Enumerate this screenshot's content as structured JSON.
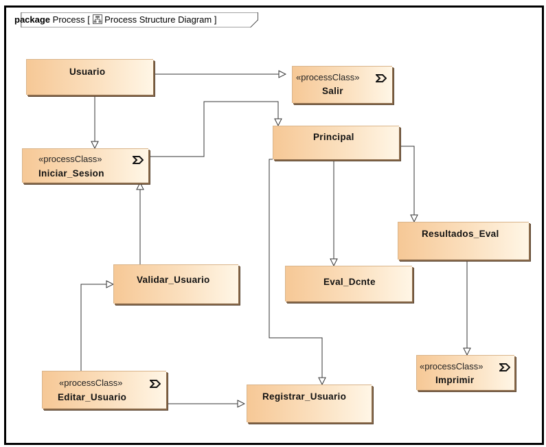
{
  "package_header": {
    "keyword": "package",
    "name": "Process",
    "open_bracket": "[",
    "diagram_icon": "structure-diagram-icon",
    "diagram_name": "Process Structure Diagram",
    "close_bracket": "]"
  },
  "nodes": {
    "usuario": {
      "name": "Usuario"
    },
    "salir": {
      "stereotype": "«processClass»",
      "icon": "process-chevron-icon",
      "name": "Salir"
    },
    "iniciar_sesion": {
      "stereotype": "«processClass»",
      "icon": "process-chevron-icon",
      "name": "Iniciar_Sesion"
    },
    "principal": {
      "name": "Principal"
    },
    "resultados_eval": {
      "name": "Resultados_Eval"
    },
    "validar_usuario": {
      "name": "Validar_Usuario"
    },
    "eval_dcnte": {
      "name": "Eval_Dcnte"
    },
    "imprimir": {
      "stereotype": "«processClass»",
      "icon": "process-chevron-icon",
      "name": "Imprimir"
    },
    "editar_usuario": {
      "stereotype": "«processClass»",
      "icon": "process-chevron-icon",
      "name": "Editar_Usuario"
    },
    "registrar_usuario": {
      "name": "Registrar_Usuario"
    }
  },
  "connectors": [
    {
      "from": "Usuario",
      "to": "Salir"
    },
    {
      "from": "Usuario",
      "to": "Iniciar_Sesion"
    },
    {
      "from": "Iniciar_Sesion",
      "to": "Principal"
    },
    {
      "from": "Principal",
      "to": "Eval_Dcnte"
    },
    {
      "from": "Principal",
      "to": "Resultados_Eval"
    },
    {
      "from": "Principal",
      "to": "Registrar_Usuario"
    },
    {
      "from": "Validar_Usuario",
      "to": "Iniciar_Sesion"
    },
    {
      "from": "Editar_Usuario",
      "to": "Validar_Usuario"
    },
    {
      "from": "Editar_Usuario",
      "to": "Registrar_Usuario"
    },
    {
      "from": "Resultados_Eval",
      "to": "Imprimir"
    }
  ]
}
